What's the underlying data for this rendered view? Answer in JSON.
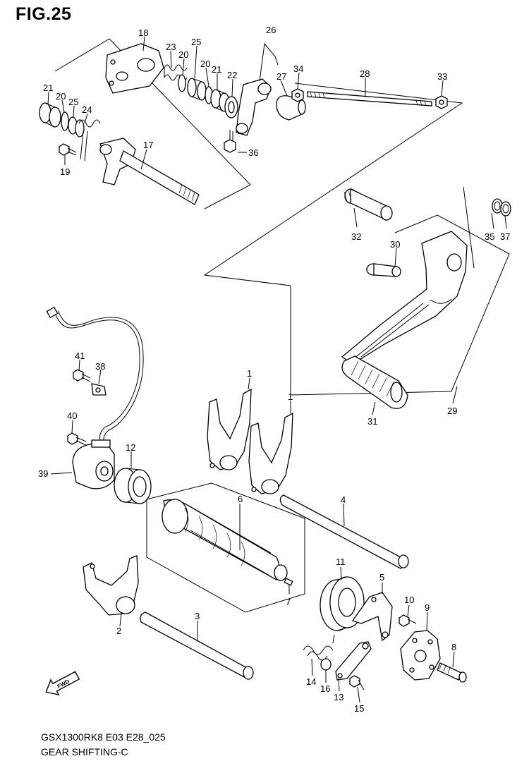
{
  "figure": {
    "title": "FIG.25",
    "model_code": "GSX1300RK8 E03 E28_025",
    "name": "GEAR SHIFTING-C",
    "fwd_label": "FWD"
  },
  "callouts": {
    "n1a": "1",
    "n1b": "1",
    "n2": "2",
    "n3": "3",
    "n4": "4",
    "n5": "5",
    "n6": "6",
    "n7": "7",
    "n8": "8",
    "n9": "9",
    "n10": "10",
    "n11": "11",
    "n12": "12",
    "n13": "13",
    "n14": "14",
    "n15": "15",
    "n16": "16",
    "n17": "17",
    "n18": "18",
    "n19": "19",
    "n20a": "20",
    "n20b": "20",
    "n20c": "20",
    "n21a": "21",
    "n21b": "21",
    "n22": "22",
    "n23": "23",
    "n24": "24",
    "n25a": "25",
    "n25b": "25",
    "n26": "26",
    "n27": "27",
    "n28": "28",
    "n29": "29",
    "n30": "30",
    "n31": "31",
    "n32": "32",
    "n33": "33",
    "n34": "34",
    "n35": "35",
    "n36": "36",
    "n37": "37",
    "n38": "38",
    "n39": "39",
    "n40": "40",
    "n41": "41"
  }
}
